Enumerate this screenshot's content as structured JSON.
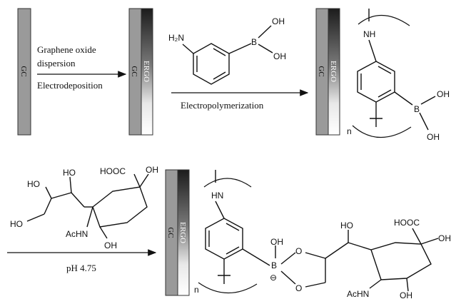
{
  "electrodes": {
    "gc": "GC",
    "ergo": "ERGO"
  },
  "steps": {
    "step1_line1": "Graphene oxide",
    "step1_line2": "dispersion",
    "step1_line3": "Electrodeposition",
    "step2": "Electropolymerization",
    "step3": "pH 4.75"
  },
  "atoms": {
    "amine": "H₂N",
    "nh": "NH",
    "hn": "HN",
    "boron": "B",
    "oh": "OH",
    "ho": "HO",
    "hooc": "HOOC",
    "achn": "AcHN",
    "o": "O",
    "minus": "⊖",
    "n": "n"
  },
  "colors": {
    "gc_fill": "#9a9a9a",
    "ergo_dark": "#1c1c1c",
    "ergo_light": "#f2f2f2"
  }
}
